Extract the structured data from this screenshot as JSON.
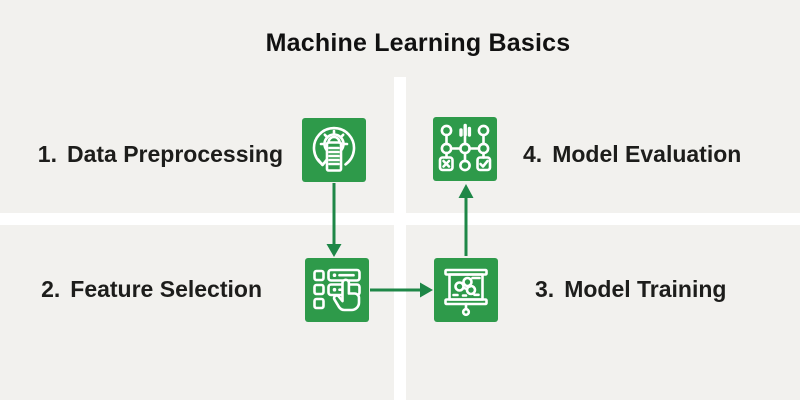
{
  "title": "Machine Learning Basics",
  "colors": {
    "background": "#f2f1ee",
    "icon_green": "#2e9a4a",
    "arrow_green": "#1e8747",
    "divider_white": "#ffffff",
    "text_dark": "#1d1d1b",
    "title_dark": "#111111"
  },
  "steps": [
    {
      "number": "1.",
      "label": "Data Preprocessing",
      "icon": "data-preprocessing-icon"
    },
    {
      "number": "2.",
      "label": "Feature Selection",
      "icon": "feature-selection-icon"
    },
    {
      "number": "3.",
      "label": "Model Training",
      "icon": "model-training-icon"
    },
    {
      "number": "4.",
      "label": "Model Evaluation",
      "icon": "model-evaluation-icon"
    }
  ]
}
